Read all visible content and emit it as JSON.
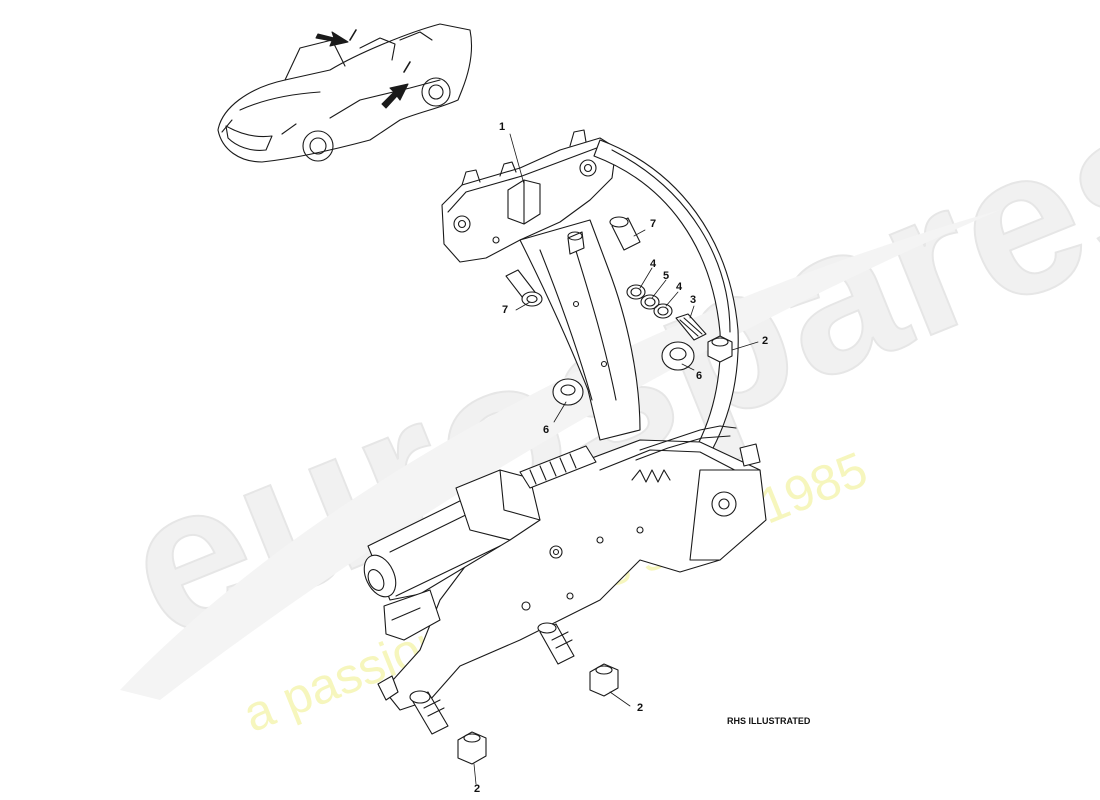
{
  "watermark": {
    "brand": "eurospares",
    "tagline": "a passion for parts since 1985"
  },
  "diagram": {
    "note": "RHS ILLUSTRATED",
    "callouts": [
      {
        "id": "c1",
        "label": "1"
      },
      {
        "id": "c7a",
        "label": "7"
      },
      {
        "id": "c7b",
        "label": "7"
      },
      {
        "id": "c4a",
        "label": "4"
      },
      {
        "id": "c5",
        "label": "5"
      },
      {
        "id": "c4b",
        "label": "4"
      },
      {
        "id": "c3",
        "label": "3"
      },
      {
        "id": "c2a",
        "label": "2"
      },
      {
        "id": "c6a",
        "label": "6"
      },
      {
        "id": "c6b",
        "label": "6"
      },
      {
        "id": "c2b",
        "label": "2"
      },
      {
        "id": "c2c",
        "label": "2"
      }
    ]
  },
  "colors": {
    "line": "#1a1a1a",
    "watermark_grey": "#eeeeee",
    "watermark_yellow": "#f3f3a8"
  }
}
